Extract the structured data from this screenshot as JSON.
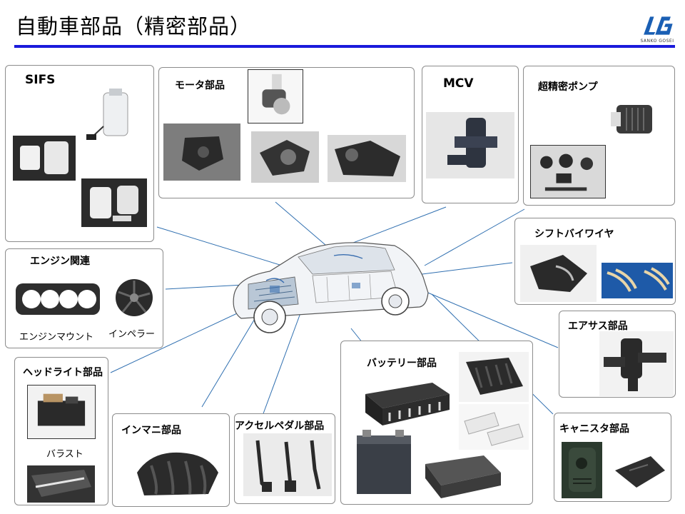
{
  "header": {
    "title": "自動車部品（精密部品）",
    "logo_text": "SANKO GOSEI"
  },
  "colors": {
    "accent_rule": "#1a1adb",
    "connector": "#2f6fb0",
    "border": "#8c8c8c"
  },
  "sections": {
    "sifs": {
      "label": "SIFS"
    },
    "motor": {
      "label": "モータ部品"
    },
    "mcv": {
      "label": "MCV"
    },
    "pump": {
      "label": "超精密ポンプ"
    },
    "shift": {
      "label": "シフトバイワイヤ"
    },
    "engine": {
      "label": "エンジン関連",
      "captions": [
        "エンジンマウント",
        "インペラー"
      ]
    },
    "airsus": {
      "label": "エアサス部品"
    },
    "headlight": {
      "label": "ヘッドライト部品",
      "caption": "バラスト"
    },
    "intake": {
      "label": "インマニ部品"
    },
    "pedal": {
      "label": "アクセルペダル部品"
    },
    "battery": {
      "label": "バッテリー部品"
    },
    "canister": {
      "label": "キャニスタ部品"
    }
  }
}
